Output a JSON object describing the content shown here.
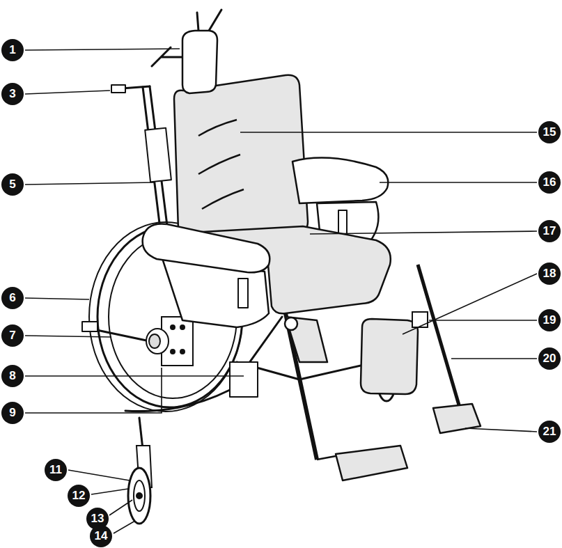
{
  "diagram": {
    "labels": [
      "1",
      "3",
      "5",
      "6",
      "7",
      "8",
      "9",
      "11",
      "12",
      "13",
      "14",
      "15",
      "16",
      "17",
      "18",
      "19",
      "20",
      "21"
    ]
  }
}
